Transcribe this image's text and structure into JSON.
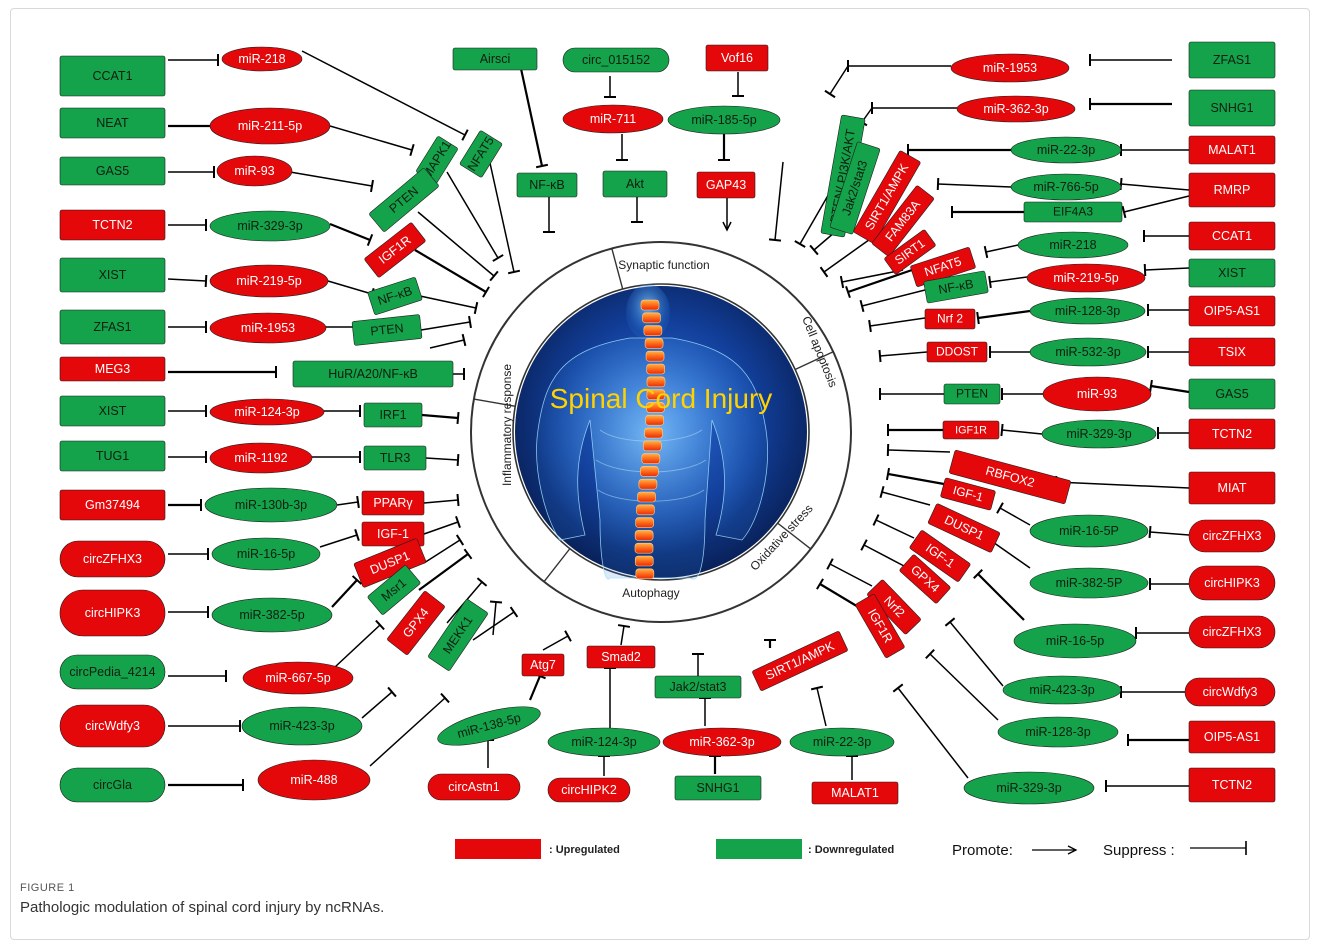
{
  "center": {
    "title": "Spinal Cord Injury"
  },
  "categories": [
    "Synaptic function",
    "Cell apoptosis",
    "Oxidative stress",
    "Autophagy",
    "Inflammatory response"
  ],
  "legend": {
    "up": ": Upregulated",
    "down": ": Downregulated",
    "promote": "Promote:",
    "suppress": "Suppress :"
  },
  "figure": {
    "label": "FIGURE 1",
    "caption": "Pathologic modulation of spinal cord injury by ncRNAs."
  },
  "colors": {
    "up": "#e4080a",
    "down": "#14a24a",
    "ring": "#333333",
    "line": "#000000",
    "centerTitle": "#ffd200"
  },
  "nodes": {
    "syn": [
      {
        "t": "Airsci",
        "c": "g",
        "s": "rect"
      },
      {
        "t": "circ_015152",
        "c": "g",
        "s": "pill"
      },
      {
        "t": "miR-711",
        "c": "r",
        "s": "ell"
      },
      {
        "t": "Akt",
        "c": "g",
        "s": "rect"
      },
      {
        "t": "Vof16",
        "c": "r",
        "s": "rect"
      },
      {
        "t": "miR-185-5p",
        "c": "g",
        "s": "ell"
      },
      {
        "t": "GAP43",
        "c": "r",
        "s": "rect"
      },
      {
        "t": "NF-κB",
        "c": "g",
        "s": "rect"
      }
    ],
    "infl": [
      {
        "t": "CCAT1",
        "c": "g",
        "s": "rect"
      },
      {
        "t": "miR-218",
        "c": "r",
        "s": "ell"
      },
      {
        "t": "NFAT5",
        "c": "g",
        "s": "rect"
      },
      {
        "t": "NEAT",
        "c": "g",
        "s": "rect"
      },
      {
        "t": "miR-211-5p",
        "c": "r",
        "s": "ell"
      },
      {
        "t": "MAPK1",
        "c": "g",
        "s": "rect"
      },
      {
        "t": "GAS5",
        "c": "g",
        "s": "rect"
      },
      {
        "t": "miR-93",
        "c": "r",
        "s": "ell"
      },
      {
        "t": "PTEN",
        "c": "g",
        "s": "rect"
      },
      {
        "t": "TCTN2",
        "c": "r",
        "s": "rect"
      },
      {
        "t": "miR-329-3p",
        "c": "g",
        "s": "ell"
      },
      {
        "t": "IGF1R",
        "c": "r",
        "s": "rect"
      },
      {
        "t": "XIST",
        "c": "g",
        "s": "rect"
      },
      {
        "t": "miR-219-5p",
        "c": "r",
        "s": "ell"
      },
      {
        "t": "NF-κB",
        "c": "g",
        "s": "rect"
      },
      {
        "t": "ZFAS1",
        "c": "g",
        "s": "rect"
      },
      {
        "t": "miR-1953",
        "c": "r",
        "s": "ell"
      },
      {
        "t": "PTEN",
        "c": "g",
        "s": "rect"
      },
      {
        "t": "MEG3",
        "c": "r",
        "s": "rect"
      },
      {
        "t": "HuR/A20/NF-κB",
        "c": "g",
        "s": "rect"
      },
      {
        "t": "XIST",
        "c": "g",
        "s": "rect"
      },
      {
        "t": "miR-124-3p",
        "c": "r",
        "s": "ell"
      },
      {
        "t": "IRF1",
        "c": "g",
        "s": "rect"
      },
      {
        "t": "TUG1",
        "c": "g",
        "s": "rect"
      },
      {
        "t": "miR-1192",
        "c": "r",
        "s": "ell"
      },
      {
        "t": "TLR3",
        "c": "g",
        "s": "rect"
      },
      {
        "t": "Gm37494",
        "c": "r",
        "s": "rect"
      },
      {
        "t": "miR-130b-3p",
        "c": "g",
        "s": "ell"
      },
      {
        "t": "PPARγ",
        "c": "r",
        "s": "rect"
      },
      {
        "t": "circZFHX3",
        "c": "r",
        "s": "pill"
      },
      {
        "t": "miR-16-5p",
        "c": "g",
        "s": "ell"
      },
      {
        "t": "IGF-1",
        "c": "r",
        "s": "rect"
      },
      {
        "t": "circHIPK3",
        "c": "r",
        "s": "pill"
      },
      {
        "t": "miR-382-5p",
        "c": "g",
        "s": "ell"
      },
      {
        "t": "DUSP1",
        "c": "r",
        "s": "rect"
      },
      {
        "t": "circPedia_4214",
        "c": "g",
        "s": "pill"
      },
      {
        "t": "miR-667-5p",
        "c": "r",
        "s": "ell"
      },
      {
        "t": "Msr1",
        "c": "g",
        "s": "rect"
      },
      {
        "t": "circWdfy3",
        "c": "r",
        "s": "pill"
      },
      {
        "t": "miR-423-3p",
        "c": "g",
        "s": "ell"
      },
      {
        "t": "GPX4",
        "c": "r",
        "s": "rect"
      },
      {
        "t": "circGla",
        "c": "g",
        "s": "pill"
      },
      {
        "t": "miR-488",
        "c": "r",
        "s": "ell"
      },
      {
        "t": "MEKK1",
        "c": "g",
        "s": "rect"
      }
    ],
    "auto": [
      {
        "t": "Atg7",
        "c": "r",
        "s": "rect"
      },
      {
        "t": "miR-138-5p",
        "c": "g",
        "s": "ell"
      },
      {
        "t": "circAstn1",
        "c": "r",
        "s": "pill"
      },
      {
        "t": "Smad2",
        "c": "r",
        "s": "rect"
      },
      {
        "t": "miR-124-3p",
        "c": "g",
        "s": "ell"
      },
      {
        "t": "circHIPK2",
        "c": "r",
        "s": "pill"
      },
      {
        "t": "Jak2/stat3",
        "c": "g",
        "s": "rect"
      },
      {
        "t": "miR-362-3p",
        "c": "r",
        "s": "ell"
      },
      {
        "t": "SNHG1",
        "c": "g",
        "s": "rect"
      },
      {
        "t": "SIRT1/AMPK",
        "c": "r",
        "s": "rect"
      },
      {
        "t": "miR-22-3p",
        "c": "g",
        "s": "ell"
      },
      {
        "t": "MALAT1",
        "c": "r",
        "s": "rect"
      }
    ],
    "apop": [
      {
        "t": "ZFAS1",
        "c": "g",
        "s": "rect"
      },
      {
        "t": "miR-1953",
        "c": "r",
        "s": "ell"
      },
      {
        "t": "PTEN/ PI3K/AKT",
        "c": "g",
        "s": "rect"
      },
      {
        "t": "SNHG1",
        "c": "g",
        "s": "rect"
      },
      {
        "t": "miR-362-3p",
        "c": "r",
        "s": "ell"
      },
      {
        "t": "Jak2/stat3",
        "c": "g",
        "s": "rect"
      },
      {
        "t": "MALAT1",
        "c": "r",
        "s": "rect"
      },
      {
        "t": "miR-22-3p",
        "c": "g",
        "s": "ell"
      },
      {
        "t": "SIRT1/AMPK",
        "c": "r",
        "s": "rect"
      },
      {
        "t": "RMRP",
        "c": "r",
        "s": "rect"
      },
      {
        "t": "miR-766-5p",
        "c": "g",
        "s": "ell"
      },
      {
        "t": "FAM83A",
        "c": "r",
        "s": "rect"
      },
      {
        "t": "EIF4A3",
        "c": "g",
        "s": "rect"
      },
      {
        "t": "SIRT1",
        "c": "r",
        "s": "rect"
      },
      {
        "t": "CCAT1",
        "c": "r",
        "s": "rect"
      },
      {
        "t": "miR-218",
        "c": "g",
        "s": "ell"
      },
      {
        "t": "NFAT5",
        "c": "r",
        "s": "rect"
      },
      {
        "t": "XIST",
        "c": "g",
        "s": "rect"
      },
      {
        "t": "miR-219-5p",
        "c": "r",
        "s": "ell"
      },
      {
        "t": "NF-κB",
        "c": "g",
        "s": "rect"
      },
      {
        "t": "OIP5-AS1",
        "c": "r",
        "s": "rect"
      },
      {
        "t": "miR-128-3p",
        "c": "g",
        "s": "ell"
      },
      {
        "t": "Nrf 2",
        "c": "r",
        "s": "rect"
      },
      {
        "t": "TSIX",
        "c": "r",
        "s": "rect"
      },
      {
        "t": "miR-532-3p",
        "c": "g",
        "s": "ell"
      },
      {
        "t": "DDOST",
        "c": "r",
        "s": "rect"
      },
      {
        "t": "GAS5",
        "c": "g",
        "s": "rect"
      },
      {
        "t": "miR-93",
        "c": "r",
        "s": "ell"
      },
      {
        "t": "PTEN",
        "c": "g",
        "s": "rect"
      },
      {
        "t": "TCTN2",
        "c": "r",
        "s": "rect"
      },
      {
        "t": "miR-329-3p",
        "c": "g",
        "s": "ell"
      },
      {
        "t": "IGF1R",
        "c": "r",
        "s": "rect"
      }
    ],
    "ox": [
      {
        "t": "MIAT",
        "c": "r",
        "s": "rect"
      },
      {
        "t": "RBFOX2",
        "c": "r",
        "s": "rect"
      },
      {
        "t": "circZFHX3",
        "c": "r",
        "s": "pill"
      },
      {
        "t": "miR-16-5P",
        "c": "g",
        "s": "ell"
      },
      {
        "t": "IGF-1",
        "c": "r",
        "s": "rect"
      },
      {
        "t": "circHIPK3",
        "c": "r",
        "s": "pill"
      },
      {
        "t": "miR-382-5P",
        "c": "g",
        "s": "ell"
      },
      {
        "t": "DUSP1",
        "c": "r",
        "s": "rect"
      },
      {
        "t": "circZFHX3",
        "c": "r",
        "s": "pill"
      },
      {
        "t": "miR-16-5p",
        "c": "g",
        "s": "ell"
      },
      {
        "t": "IGF-1",
        "c": "r",
        "s": "rect"
      },
      {
        "t": "circWdfy3",
        "c": "r",
        "s": "pill"
      },
      {
        "t": "miR-423-3p",
        "c": "g",
        "s": "ell"
      },
      {
        "t": "GPX4",
        "c": "r",
        "s": "rect"
      },
      {
        "t": "OIP5-AS1",
        "c": "r",
        "s": "rect"
      },
      {
        "t": "miR-128-3p",
        "c": "g",
        "s": "ell"
      },
      {
        "t": "Nrf2",
        "c": "r",
        "s": "rect"
      },
      {
        "t": "TCTN2",
        "c": "r",
        "s": "rect"
      },
      {
        "t": "miR-329-3p",
        "c": "g",
        "s": "ell"
      },
      {
        "t": "IGF1R",
        "c": "r",
        "s": "rect"
      }
    ]
  }
}
